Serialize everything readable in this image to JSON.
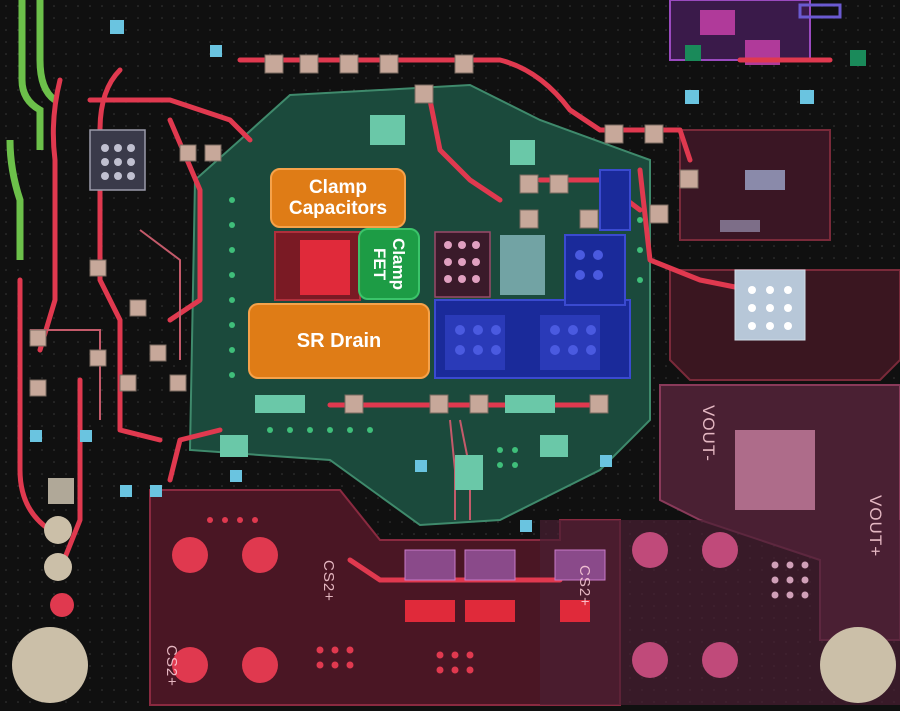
{
  "labels": {
    "clamp_capacitors": "Clamp\nCapacitors",
    "clamp_fet": "Clamp\nFET",
    "sr_drain": "SR Drain"
  },
  "silkscreen": {
    "vout_minus": "VOUT-",
    "vout_plus": "VOUT+",
    "cs2_a": "CS2+",
    "cs2_b": "CS2+",
    "cs2_c": "CS2+"
  },
  "colors": {
    "board": "#101010",
    "red_copper": "#e0394f",
    "green_pour": "#1b4a3c",
    "blue_copper": "#2233a8",
    "orange_callout": "#f08014",
    "green_callout": "#1ea046"
  }
}
